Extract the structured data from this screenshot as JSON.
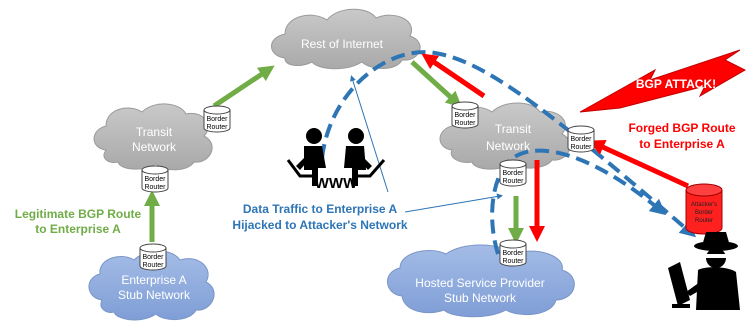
{
  "clouds": {
    "rest_of_internet": "Rest of Internet",
    "transit_left": [
      "Transit",
      "Network"
    ],
    "transit_right": [
      "Transit",
      "Network"
    ],
    "enterprise_a": [
      "Enterprise A",
      "Stub Network"
    ],
    "hosted_provider": [
      "Hosted Service Provider",
      "Stub Network"
    ]
  },
  "routers": {
    "border_label": [
      "Border",
      "Router"
    ],
    "attacker_label": [
      "Attacker's",
      "Border",
      "Router"
    ]
  },
  "labels": {
    "legit_route": [
      "Legitimate BGP Route",
      "to Enterprise A"
    ],
    "hijack": [
      "Data Traffic to Enterprise A",
      "Hijacked to Attacker's Network"
    ],
    "forged_route": [
      "Forged BGP Route",
      "to Enterprise A"
    ],
    "attack_banner": "BGP ATTACK!",
    "www": "WWW"
  },
  "colors": {
    "cloud_gray": "#bfbfbf",
    "cloud_blue": "#8faadc",
    "green_arrow": "#70ad47",
    "red_arrow": "#ff0000",
    "blue_dashed": "#2e75b6"
  },
  "icons": [
    "users-at-computers-icon",
    "hacker-icon"
  ]
}
